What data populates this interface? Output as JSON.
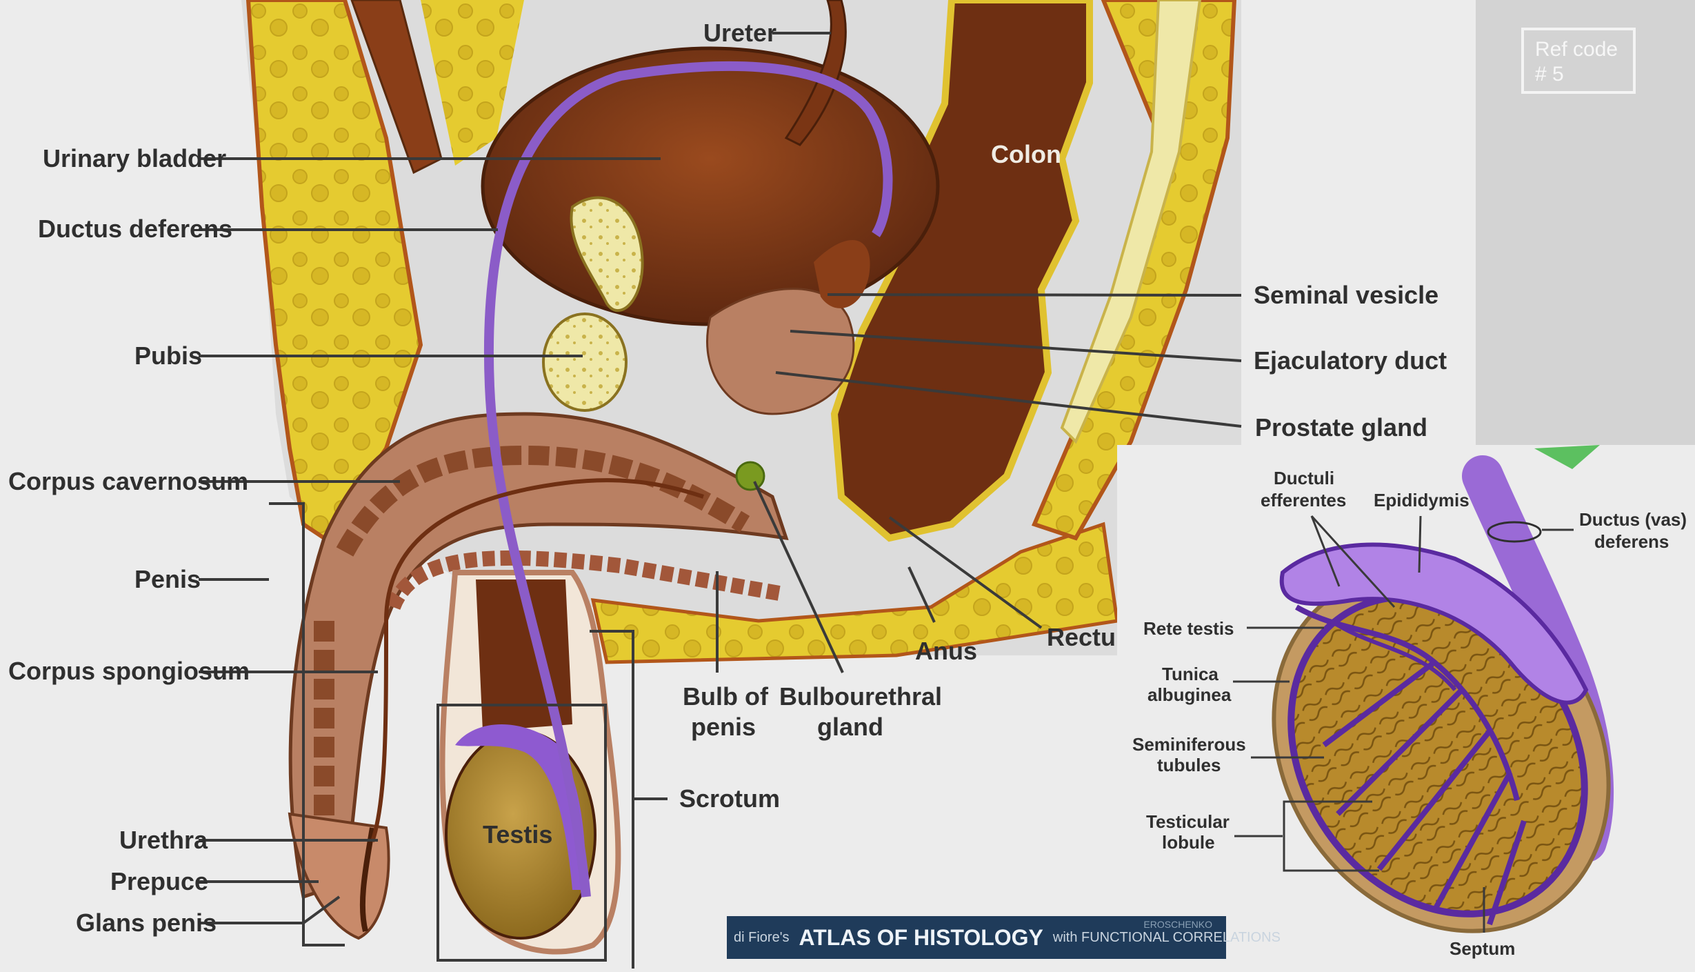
{
  "ref_code": "Ref code\n# 5",
  "labels": {
    "ureter": "Ureter",
    "urinary_bladder": "Urinary bladder",
    "ductus_deferens": "Ductus deferens",
    "pubis": "Pubis",
    "corpus_cavernosum": "Corpus cavernosum",
    "penis": "Penis",
    "corpus_spongiosum": "Corpus spongiosum",
    "urethra": "Urethra",
    "prepuce": "Prepuce",
    "glans_penis": "Glans penis",
    "colon": "Colon",
    "seminal_vesicle": "Seminal vesicle",
    "ejaculatory_duct": "Ejaculatory duct",
    "prostate_gland": "Prostate gland",
    "rectum": "Rectum",
    "anus": "Anus",
    "bulb_of_penis_1": "Bulb of",
    "bulb_of_penis_2": "penis",
    "bulbourethral_1": "Bulbourethral",
    "bulbourethral_2": "gland",
    "scrotum": "Scrotum",
    "testis": "Testis"
  },
  "testis_labels": {
    "ductuli_1": "Ductuli",
    "ductuli_2": "efferentes",
    "epididymis": "Epididymis",
    "ductus_vas_1": "Ductus (vas)",
    "ductus_vas_2": "deferens",
    "rete_testis": "Rete testis",
    "tunica_1": "Tunica",
    "tunica_2": "albuginea",
    "seminiferous_1": "Seminiferous",
    "seminiferous_2": "tubules",
    "lobule_1": "Testicular",
    "lobule_2": "lobule",
    "septum": "Septum"
  },
  "banner": {
    "brand": "di Fiore's",
    "title": "ATLAS OF HISTOLOGY",
    "subtitle": "with FUNCTIONAL CORRELATIONS",
    "author": "EROSCHENKO"
  },
  "colors": {
    "fat_yellow": "#e3c92e",
    "muscle_brown": "#7a3514",
    "duct_purple": "#8b5cc8",
    "tissue_tan": "#b98063",
    "bone_yellow": "#efe6a0"
  }
}
